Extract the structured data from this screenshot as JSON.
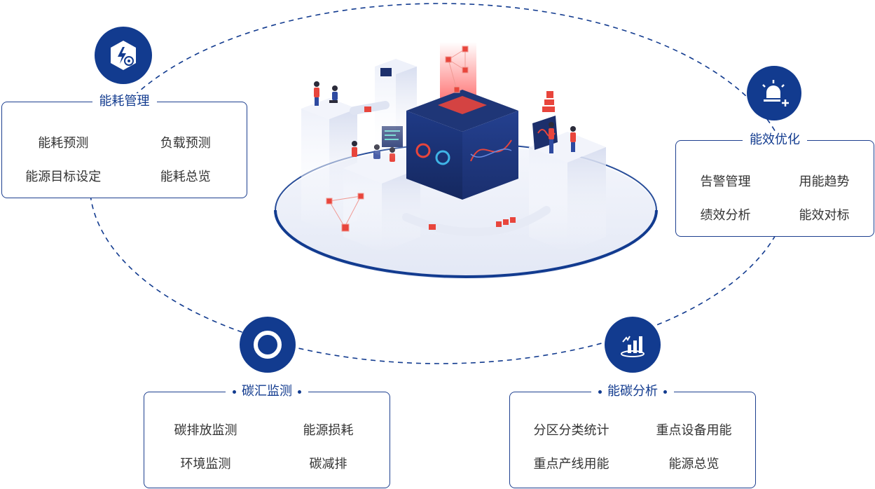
{
  "modules": [
    {
      "title": "能耗管理",
      "icon": "lightning-gear-icon",
      "items": [
        "能耗预测",
        "负载预测",
        "能源目标设定",
        "能耗总览"
      ]
    },
    {
      "title": "能效优化",
      "icon": "alarm-light-plus-icon",
      "items": [
        "告警管理",
        "用能趋势",
        "绩效分析",
        "能效对标"
      ]
    },
    {
      "title": "碳汇监测",
      "icon": "ring-icon",
      "items": [
        "碳排放监测",
        "能源损耗",
        "环境监测",
        "碳减排"
      ]
    },
    {
      "title": "能碳分析",
      "icon": "bar-chart-icon",
      "items": [
        "分区分类统计",
        "重点设备用能",
        "重点产线用能",
        "能源总览"
      ]
    }
  ],
  "colors": {
    "primary": "#123b8f",
    "accent_red": "#e8453c",
    "text": "#333333"
  }
}
